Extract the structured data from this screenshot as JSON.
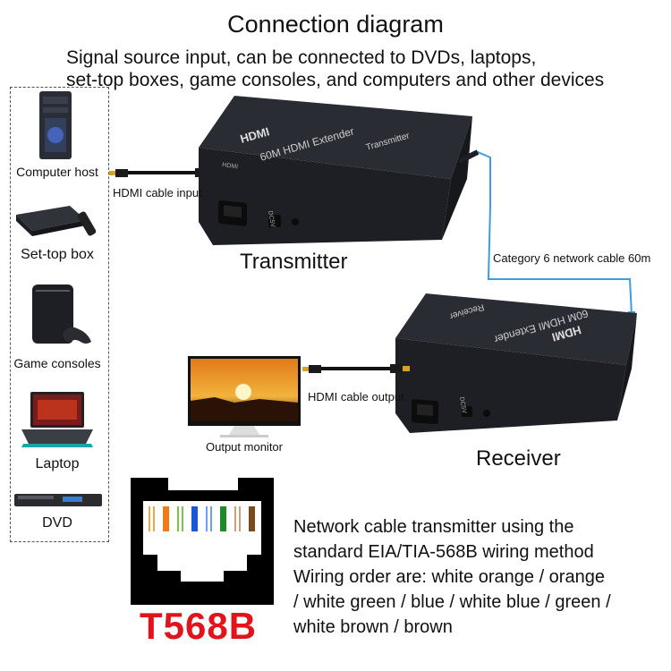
{
  "header": {
    "title": "Connection diagram",
    "subtitle_line1": "Signal source input, can be connected to DVDs, laptops,",
    "subtitle_line2": "set-top boxes, game consoles, and computers and other devices"
  },
  "devices": [
    {
      "label": "Computer host",
      "icon": "computer-tower-icon"
    },
    {
      "label": "Set-top box",
      "icon": "set-top-box-icon"
    },
    {
      "label": "Game consoles",
      "icon": "game-console-icon"
    },
    {
      "label": "Laptop",
      "icon": "laptop-icon"
    },
    {
      "label": "DVD",
      "icon": "dvd-player-icon"
    }
  ],
  "transmitter": {
    "label": "Transmitter",
    "device_text": "60M HDMI Extender",
    "device_sub": "Transmitter",
    "logo": "HDMI",
    "port_label": "DC5V",
    "hdmi_port": "HDMI"
  },
  "receiver": {
    "label": "Receiver",
    "device_text": "60M HDMI Extender",
    "device_sub": "Receiver",
    "logo": "HDMI",
    "port_label": "DC5V"
  },
  "cables": {
    "hdmi_input": "HDMI cable input",
    "network": "Category 6 network cable 60m",
    "hdmi_output": "HDMI cable output"
  },
  "monitor": {
    "label": "Output monitor"
  },
  "wiring": {
    "line1": "Network cable transmitter using the",
    "line2": "standard EIA/TIA-568B wiring method",
    "line3": "Wiring order are: white orange / orange",
    "line4": "/ white green / blue / white blue / green /",
    "line5": "white brown / brown",
    "standard": "T568B",
    "pin_colors": [
      "#f2a44a",
      "#f07a1a",
      "#7ac24a",
      "#1c57d8",
      "#6fa0f0",
      "#1f8a2a",
      "#c9a27a",
      "#7a4a1c"
    ],
    "pin_striped": [
      true,
      false,
      true,
      false,
      true,
      false,
      true,
      false
    ]
  },
  "colors": {
    "device_body": "#23252b",
    "network_cable": "#3f9be0",
    "t568b_red": "#e1141b"
  }
}
